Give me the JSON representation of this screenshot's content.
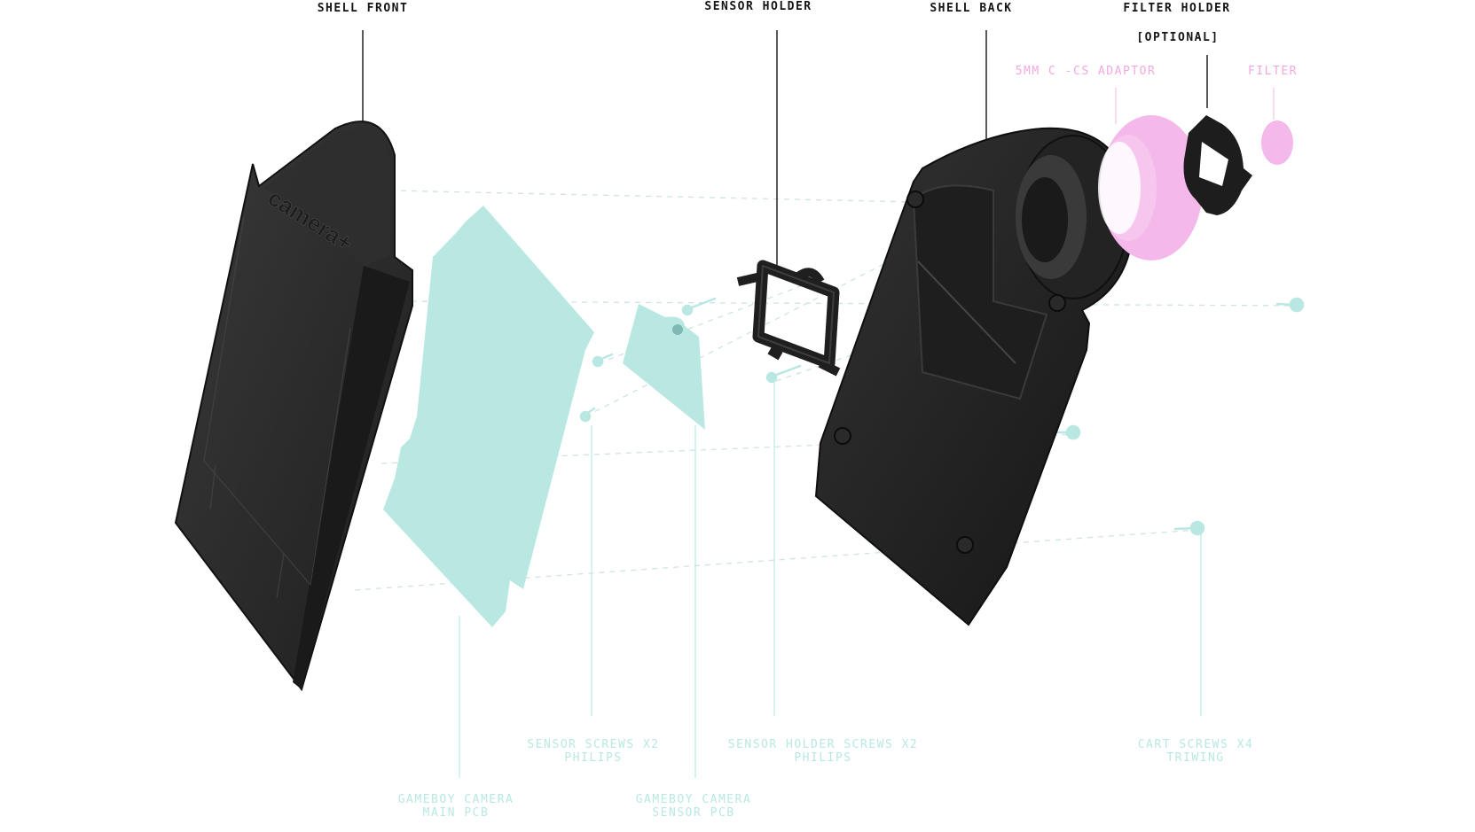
{
  "labels": {
    "shell_front": "SHELL FRONT",
    "sensor_holder": "SENSOR HOLDER",
    "shell_back": "SHELL BACK",
    "filter_holder": "FILTER HOLDER",
    "filter_holder_note": "[OPTIONAL]",
    "adaptor": "5MM C -CS ADAPTOR",
    "filter": "FILTER",
    "sensor_screws": "SENSOR SCREWS X2",
    "sensor_screws_type": "PHILIPS",
    "holder_screws": "SENSOR HOLDER SCREWS X2",
    "holder_screws_type": "PHILIPS",
    "cart_screws": "CART SCREWS X4",
    "cart_screws_type": "TRIWING",
    "main_pcb_line1": "GAMEBOY CAMERA",
    "main_pcb_line2": "MAIN PCB",
    "sensor_pcb_line1": "GAMEBOY CAMERA",
    "sensor_pcb_line2": "SENSOR PCB",
    "logo_text": "camera+"
  },
  "colors": {
    "part_dark": "#2b2b2b",
    "pcb_teal": "#b9e8e3",
    "accent_pink": "#f5b8ea",
    "label_dark": "#141414",
    "label_teal": "#b9e8e3",
    "label_pink": "#f2a9df"
  }
}
